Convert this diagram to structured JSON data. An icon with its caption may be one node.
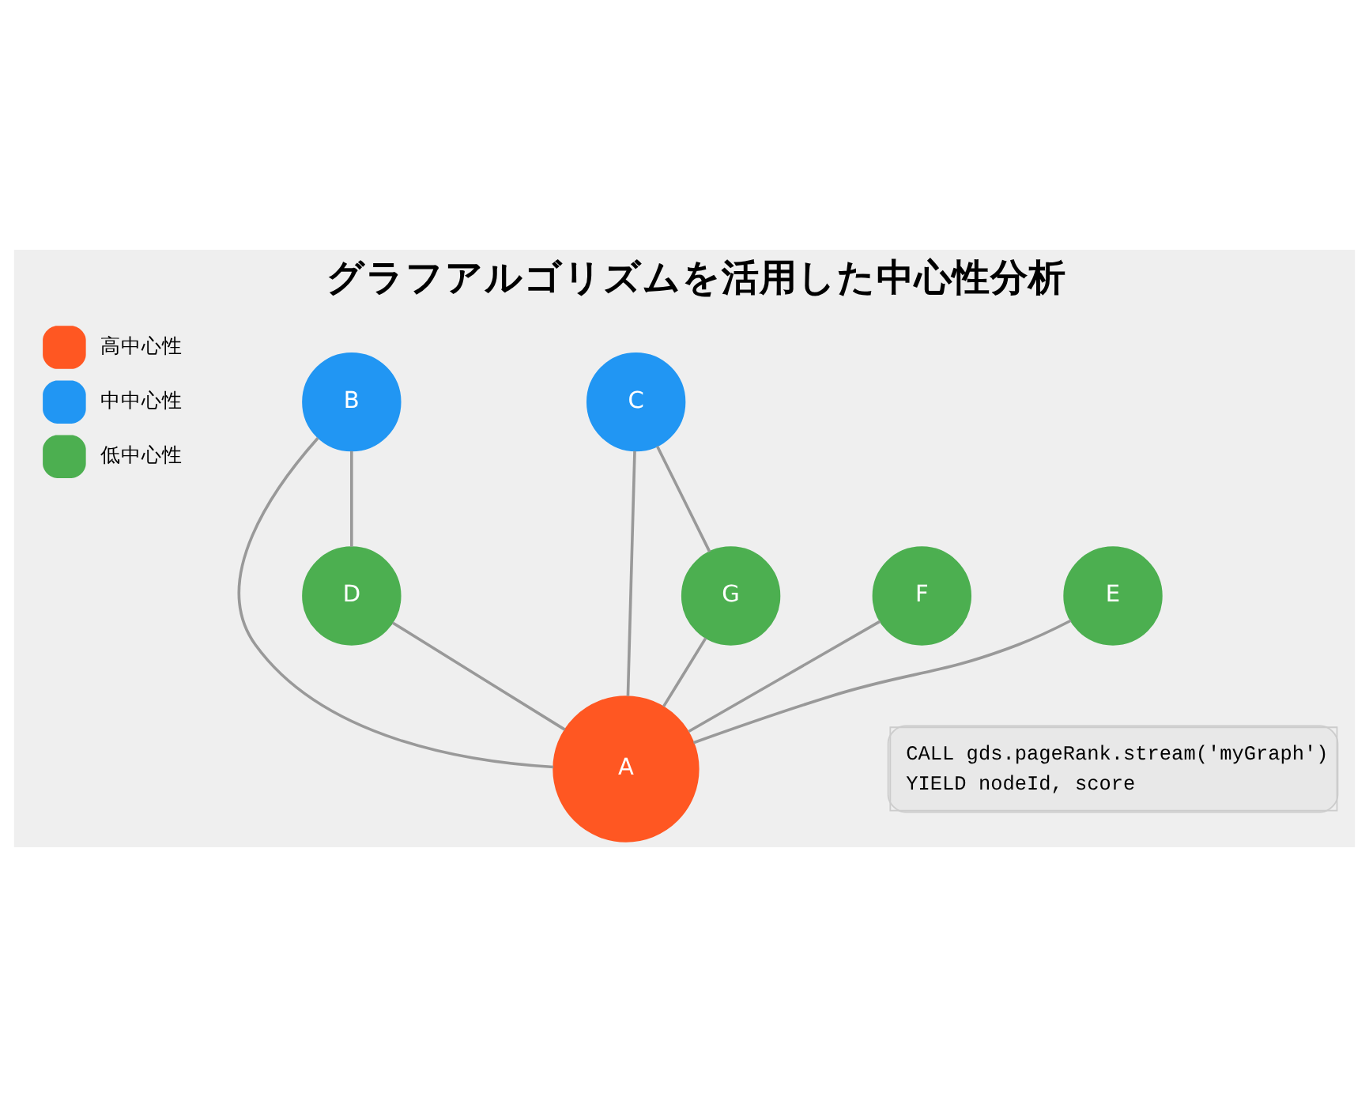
{
  "diagram": {
    "title": "グラフアルゴリズムを活用した中心性分析",
    "nodes": [
      {
        "text": [
          "A"
        ]
      },
      {
        "text": [
          "B"
        ]
      },
      {
        "text": [
          "C"
        ]
      },
      {
        "text": [
          "D"
        ]
      },
      {
        "text": [
          "E"
        ]
      },
      {
        "text": [
          "F"
        ]
      },
      {
        "text": [
          "G"
        ]
      }
    ],
    "edges": [
      {
        "from": 1,
        "to": 0,
        "arrow": "none"
      },
      {
        "from": 2,
        "to": 0,
        "arrow": "none"
      },
      {
        "from": 3,
        "to": 0,
        "arrow": "none"
      },
      {
        "from": 4,
        "to": 0,
        "arrow": "none"
      },
      {
        "from": 5,
        "to": 0,
        "arrow": "none"
      },
      {
        "from": 6,
        "to": 0,
        "arrow": "none"
      },
      {
        "from": 1,
        "to": 3,
        "arrow": "none"
      },
      {
        "from": 2,
        "to": 6,
        "arrow": "none"
      }
    ],
    "labels": [
      "CALL gds.pageRank.stream('myGraph')",
      "YIELD nodeId, score"
    ],
    "legend": [
      {
        "text": "高中心性",
        "color": "#ff5722"
      },
      {
        "text": "中中心性",
        "color": "#2196f3"
      },
      {
        "text": "低中心性",
        "color": "#4caf50"
      }
    ]
  }
}
